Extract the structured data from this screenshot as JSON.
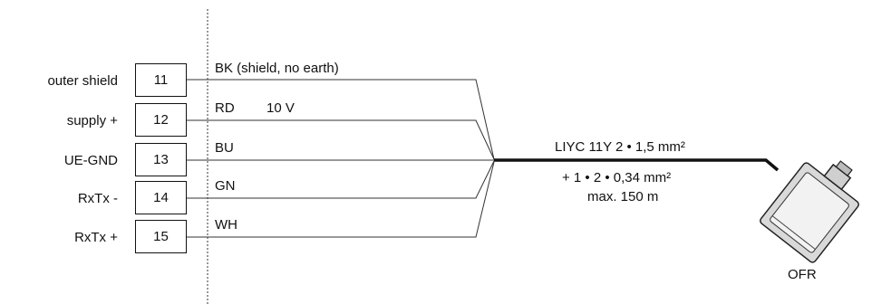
{
  "terminals": [
    {
      "signal": "outer shield",
      "number": "11",
      "wire": "BK (shield, no earth)"
    },
    {
      "signal": "supply +",
      "number": "12",
      "wire": "RD",
      "wire_note": "10 V"
    },
    {
      "signal": "UE-GND",
      "number": "13",
      "wire": "BU"
    },
    {
      "signal": "RxTx -",
      "number": "14",
      "wire": "GN"
    },
    {
      "signal": "RxTx +",
      "number": "15",
      "wire": "WH"
    }
  ],
  "cable": {
    "line1": "LIYC 11Y 2 • 1,5 mm²",
    "line2": "+ 1 • 2 • 0,34 mm²",
    "line3": "max. 150 m"
  },
  "device": {
    "label": "OFR"
  }
}
